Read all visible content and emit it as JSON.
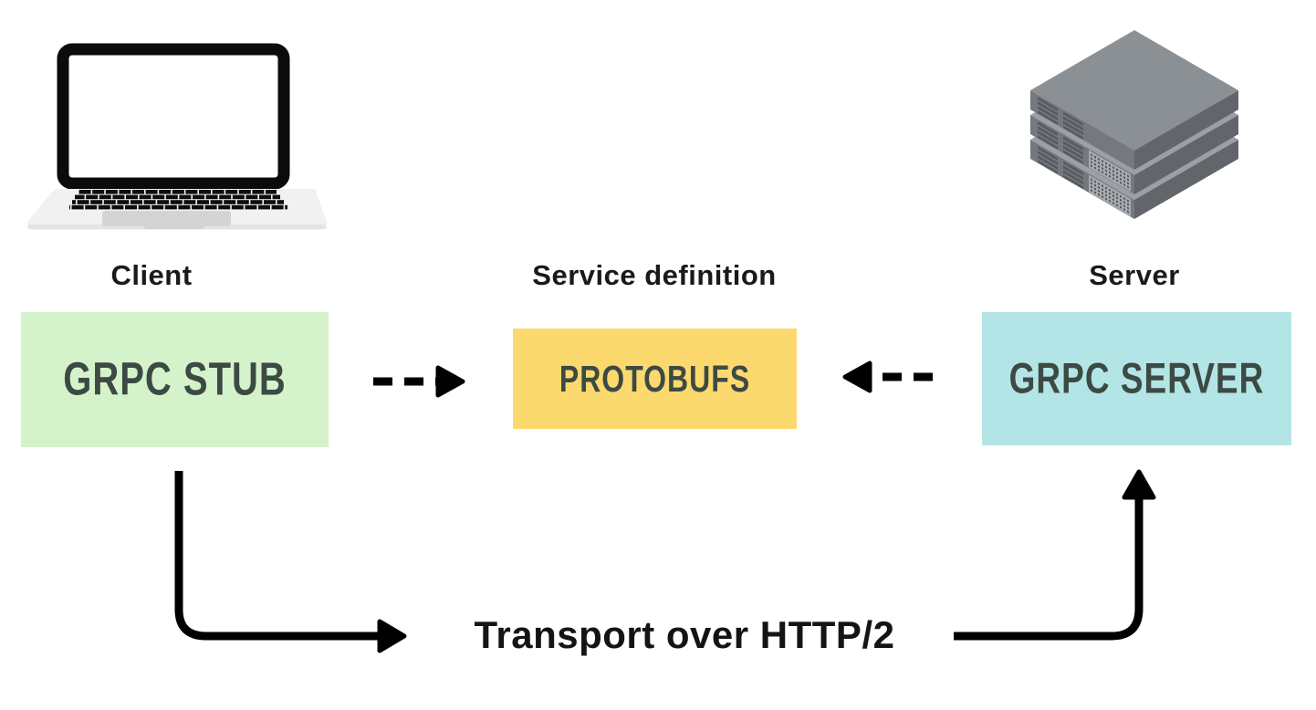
{
  "diagram": {
    "client": {
      "label": "Client",
      "icon": "laptop-icon",
      "box_text": "GRPC STUB",
      "box_bg": "#d4f3ca"
    },
    "service_definition": {
      "label": "Service definition",
      "box_text": "PROTOBUFS",
      "box_bg": "#fcd96f"
    },
    "server": {
      "label": "Server",
      "icon": "server-stack-icon",
      "box_text": "GRPC SERVER",
      "box_bg": "#b3e5e6"
    },
    "transport_label": "Transport over HTTP/2",
    "colors": {
      "box_text": "#3d4a43",
      "label_text": "#1a1a1a",
      "arrow": "#000000",
      "laptop_body": "#f1f1f2",
      "server_top": "#8b9095",
      "server_left_face": "#75797e",
      "server_right_face": "#62666b"
    }
  }
}
